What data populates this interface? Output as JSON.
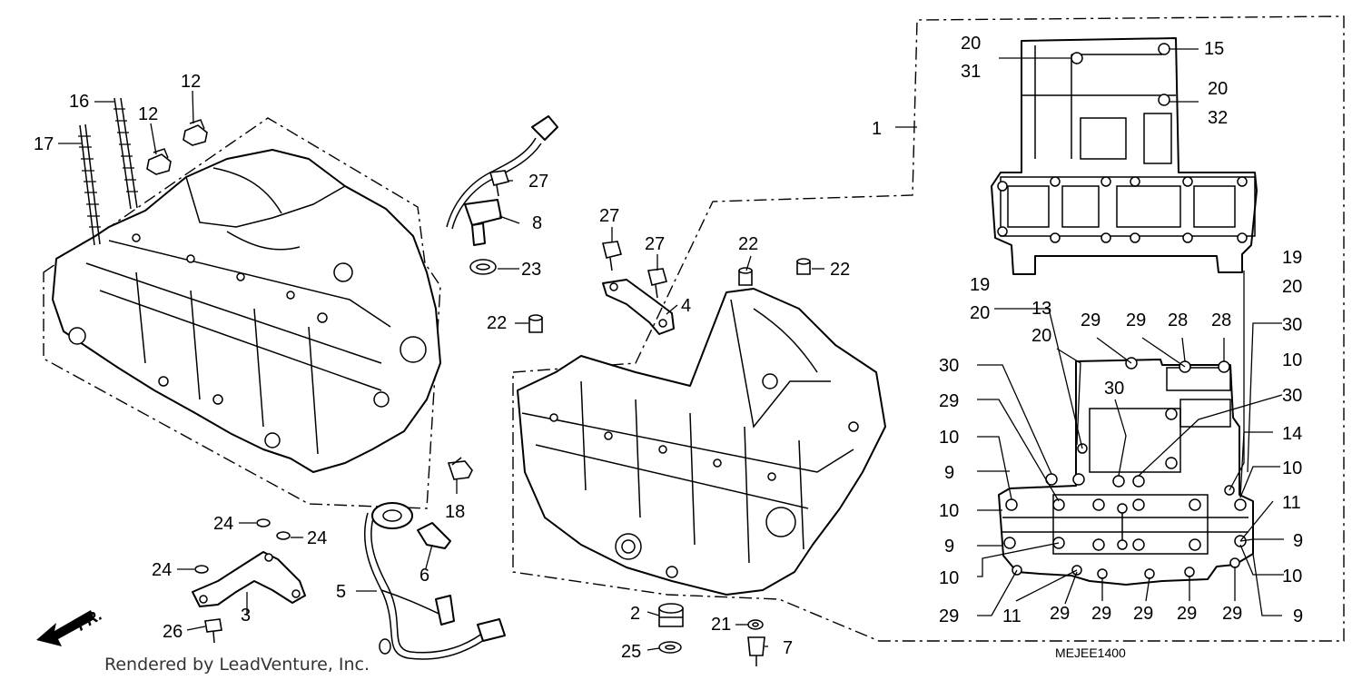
{
  "diagram": {
    "code": "MEJEE1400",
    "credit": "Rendered by LeadVenture, Inc.",
    "direction_label": "FR.",
    "callouts": [
      {
        "id": "c1",
        "label": "1"
      },
      {
        "id": "c2",
        "label": "2"
      },
      {
        "id": "c3",
        "label": "3"
      },
      {
        "id": "c4",
        "label": "4"
      },
      {
        "id": "c5",
        "label": "5"
      },
      {
        "id": "c6",
        "label": "6"
      },
      {
        "id": "c7",
        "label": "7"
      },
      {
        "id": "c8",
        "label": "8"
      },
      {
        "id": "c12a",
        "label": "12"
      },
      {
        "id": "c12b",
        "label": "12"
      },
      {
        "id": "c16",
        "label": "16"
      },
      {
        "id": "c17",
        "label": "17"
      },
      {
        "id": "c18",
        "label": "18"
      },
      {
        "id": "c21",
        "label": "21"
      },
      {
        "id": "c22a",
        "label": "22"
      },
      {
        "id": "c22b",
        "label": "22"
      },
      {
        "id": "c22c",
        "label": "22"
      },
      {
        "id": "c23",
        "label": "23"
      },
      {
        "id": "c24a",
        "label": "24"
      },
      {
        "id": "c24b",
        "label": "24"
      },
      {
        "id": "c24c",
        "label": "24"
      },
      {
        "id": "c25",
        "label": "25"
      },
      {
        "id": "c26",
        "label": "26"
      },
      {
        "id": "c27a",
        "label": "27"
      },
      {
        "id": "c27b",
        "label": "27"
      },
      {
        "id": "c27c",
        "label": "27"
      },
      {
        "id": "u20a",
        "label": "20"
      },
      {
        "id": "u31",
        "label": "31"
      },
      {
        "id": "u15",
        "label": "15"
      },
      {
        "id": "u20b",
        "label": "20"
      },
      {
        "id": "u32",
        "label": "32"
      },
      {
        "id": "l19a",
        "label": "19"
      },
      {
        "id": "l20a",
        "label": "20"
      },
      {
        "id": "l19b",
        "label": "19"
      },
      {
        "id": "l20b",
        "label": "20"
      },
      {
        "id": "l13",
        "label": "13"
      },
      {
        "id": "l20c",
        "label": "20"
      },
      {
        "id": "l29a",
        "label": "29"
      },
      {
        "id": "l29b",
        "label": "29"
      },
      {
        "id": "l28a",
        "label": "28"
      },
      {
        "id": "l28b",
        "label": "28"
      },
      {
        "id": "l30a",
        "label": "30"
      },
      {
        "id": "l30b",
        "label": "30"
      },
      {
        "id": "l30c",
        "label": "30"
      },
      {
        "id": "l30d",
        "label": "30"
      },
      {
        "id": "l10a",
        "label": "10"
      },
      {
        "id": "l10b",
        "label": "10"
      },
      {
        "id": "l10c",
        "label": "10"
      },
      {
        "id": "l10d",
        "label": "10"
      },
      {
        "id": "l10e",
        "label": "10"
      },
      {
        "id": "l10f",
        "label": "10"
      },
      {
        "id": "l29c",
        "label": "29"
      },
      {
        "id": "l29d",
        "label": "29"
      },
      {
        "id": "l29e",
        "label": "29"
      },
      {
        "id": "l29f",
        "label": "29"
      },
      {
        "id": "l29g",
        "label": "29"
      },
      {
        "id": "l29h",
        "label": "29"
      },
      {
        "id": "l29i",
        "label": "29"
      },
      {
        "id": "l14",
        "label": "14"
      },
      {
        "id": "l9a",
        "label": "9"
      },
      {
        "id": "l9b",
        "label": "9"
      },
      {
        "id": "l9c",
        "label": "9"
      },
      {
        "id": "l9d",
        "label": "9"
      },
      {
        "id": "l11a",
        "label": "11"
      },
      {
        "id": "l11b",
        "label": "11"
      }
    ]
  }
}
